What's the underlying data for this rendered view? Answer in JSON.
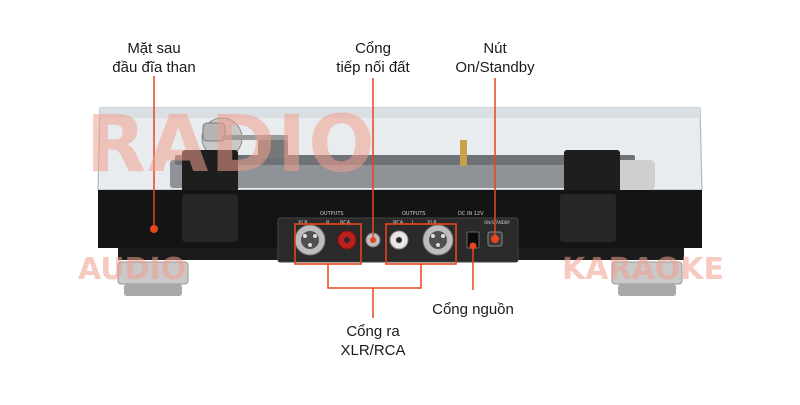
{
  "watermark": {
    "brand": "RADIO",
    "left_text": "AUDIO",
    "right_text": "KARAOKE",
    "color": "#e8563a"
  },
  "callouts": {
    "rear_panel": [
      "Mặt sau",
      "đầu đĩa than"
    ],
    "ground": [
      "Cổng",
      "tiếp nối đất"
    ],
    "power_button": [
      "Nút",
      "On/Standby"
    ],
    "power_port": "Cổng nguồn",
    "outputs": [
      "Cổng ra",
      "XLR/RCA"
    ]
  },
  "panel_text": {
    "outputs_left": "OUTPUTS",
    "outputs_right": "OUTPUTS",
    "xlr": "XLR",
    "rca": "RCA",
    "left_ch": "L",
    "right_ch": "R",
    "dc_in": "DC IN 12V",
    "on_standby": "ON/STANDBY"
  },
  "colors": {
    "accent": "#e8451e",
    "body": "#141414",
    "panel": "#2a2a2a",
    "metal": "#c9c9c9",
    "rca_red": "#c0201c",
    "rca_white": "#e6e6e6"
  }
}
